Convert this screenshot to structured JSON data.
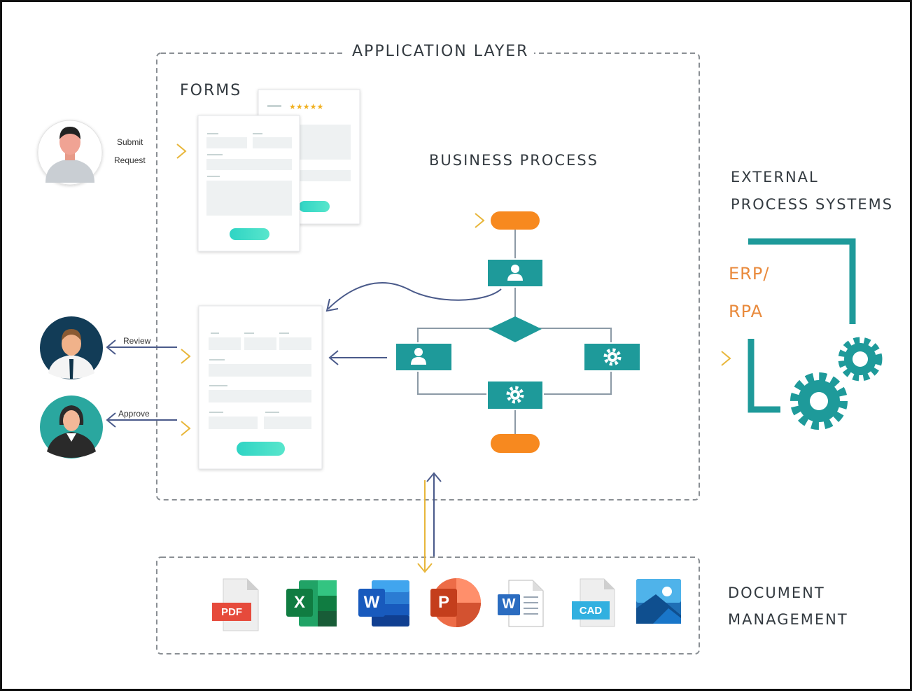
{
  "labels": {
    "application_layer": "APPLICATION LAYER",
    "forms": "FORMS",
    "business_process": "BUSINESS PROCESS",
    "external_line1": "EXTERNAL",
    "external_line2": "PROCESS SYSTEMS",
    "erp": "ERP/",
    "rpa": "RPA",
    "document_line1": "DOCUMENT",
    "document_line2": "MANAGEMENT"
  },
  "actions": {
    "submit": "Submit",
    "request": "Request",
    "review": "Review",
    "approve": "Approve"
  },
  "doc_icons": {
    "pdf": "PDF",
    "excel": "X",
    "word": "W",
    "powerpoint": "P",
    "word_doc": "W",
    "cad": "CAD"
  },
  "colors": {
    "teal": "#1e9a9a",
    "orange": "#f7891f",
    "arrow_gold": "#e8a83a",
    "arrow_blue": "#4a5a8a",
    "button_mint": "#3fd8c6"
  }
}
